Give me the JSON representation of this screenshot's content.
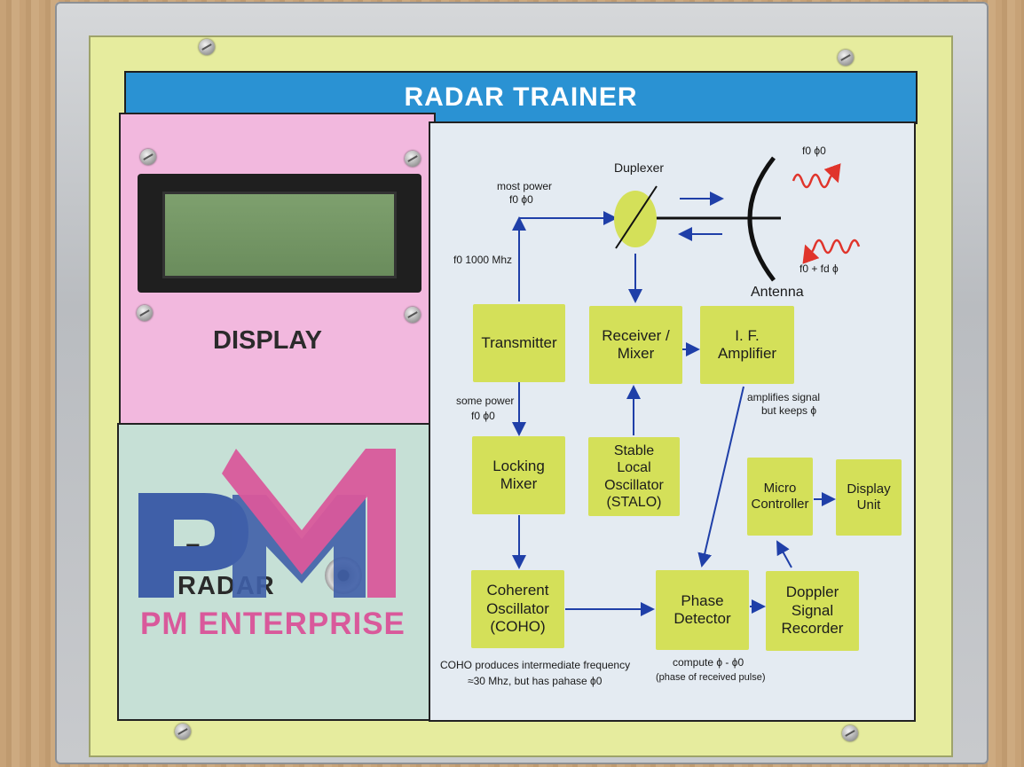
{
  "panel": {
    "title": "RADAR TRAINER",
    "display_label": "DISPLAY",
    "target_label_top": "To",
    "target_label": "RADAR"
  },
  "diagram": {
    "blocks": {
      "transmitter": "Transmitter",
      "receiver_l1": "Receiver /",
      "receiver_l2": "Mixer",
      "if_l1": "I. F.",
      "if_l2": "Amplifier",
      "locking_l1": "Locking",
      "locking_l2": "Mixer",
      "stalo_l1": "Stable",
      "stalo_l2": "Local Oscillator",
      "stalo_l3": "(STALO)",
      "micro_l1": "Micro",
      "micro_l2": "Controller",
      "display_unit_l1": "Display",
      "display_unit_l2": "Unit",
      "coho_l1": "Coherent",
      "coho_l2": "Oscillator",
      "coho_l3": "(COHO)",
      "phase_l1": "Phase",
      "phase_l2": "Detector",
      "doppler_l1": "Doppler",
      "doppler_l2": "Signal",
      "doppler_l3": "Recorder"
    },
    "labels": {
      "duplexer": "Duplexer",
      "antenna": "Antenna",
      "most_power": "most power",
      "f0_phi0": "f0 ϕ0",
      "f0_1000": "f0   1000 Mhz",
      "some_power": "some power",
      "f0_phi0_b": "f0  ϕ0",
      "amplifies_l1": "amplifies signal",
      "amplifies_l2": "but keeps ϕ",
      "wave_top": "f0 ϕ0",
      "wave_bottom": "f0 + fd  ϕ",
      "coho_note_l1": "COHO produces intermediate frequency",
      "coho_note_l2": "≈30 Mhz, but has pahase ϕ0",
      "compute_l1": "compute ϕ - ϕ0",
      "compute_l2": "(phase of received pulse)"
    }
  },
  "watermark": {
    "letters": "PM",
    "text": "PM ENTERPRISE"
  },
  "colors": {
    "title_bar": "#2a92d3",
    "display_panel": "#f2b8de",
    "target_panel": "#c6e0d6",
    "block": "#d4e059",
    "arrow": "#1f3fa8",
    "wave": "#e0342b",
    "logo_blue": "#3f5fa8",
    "logo_pink": "#d9599b"
  }
}
